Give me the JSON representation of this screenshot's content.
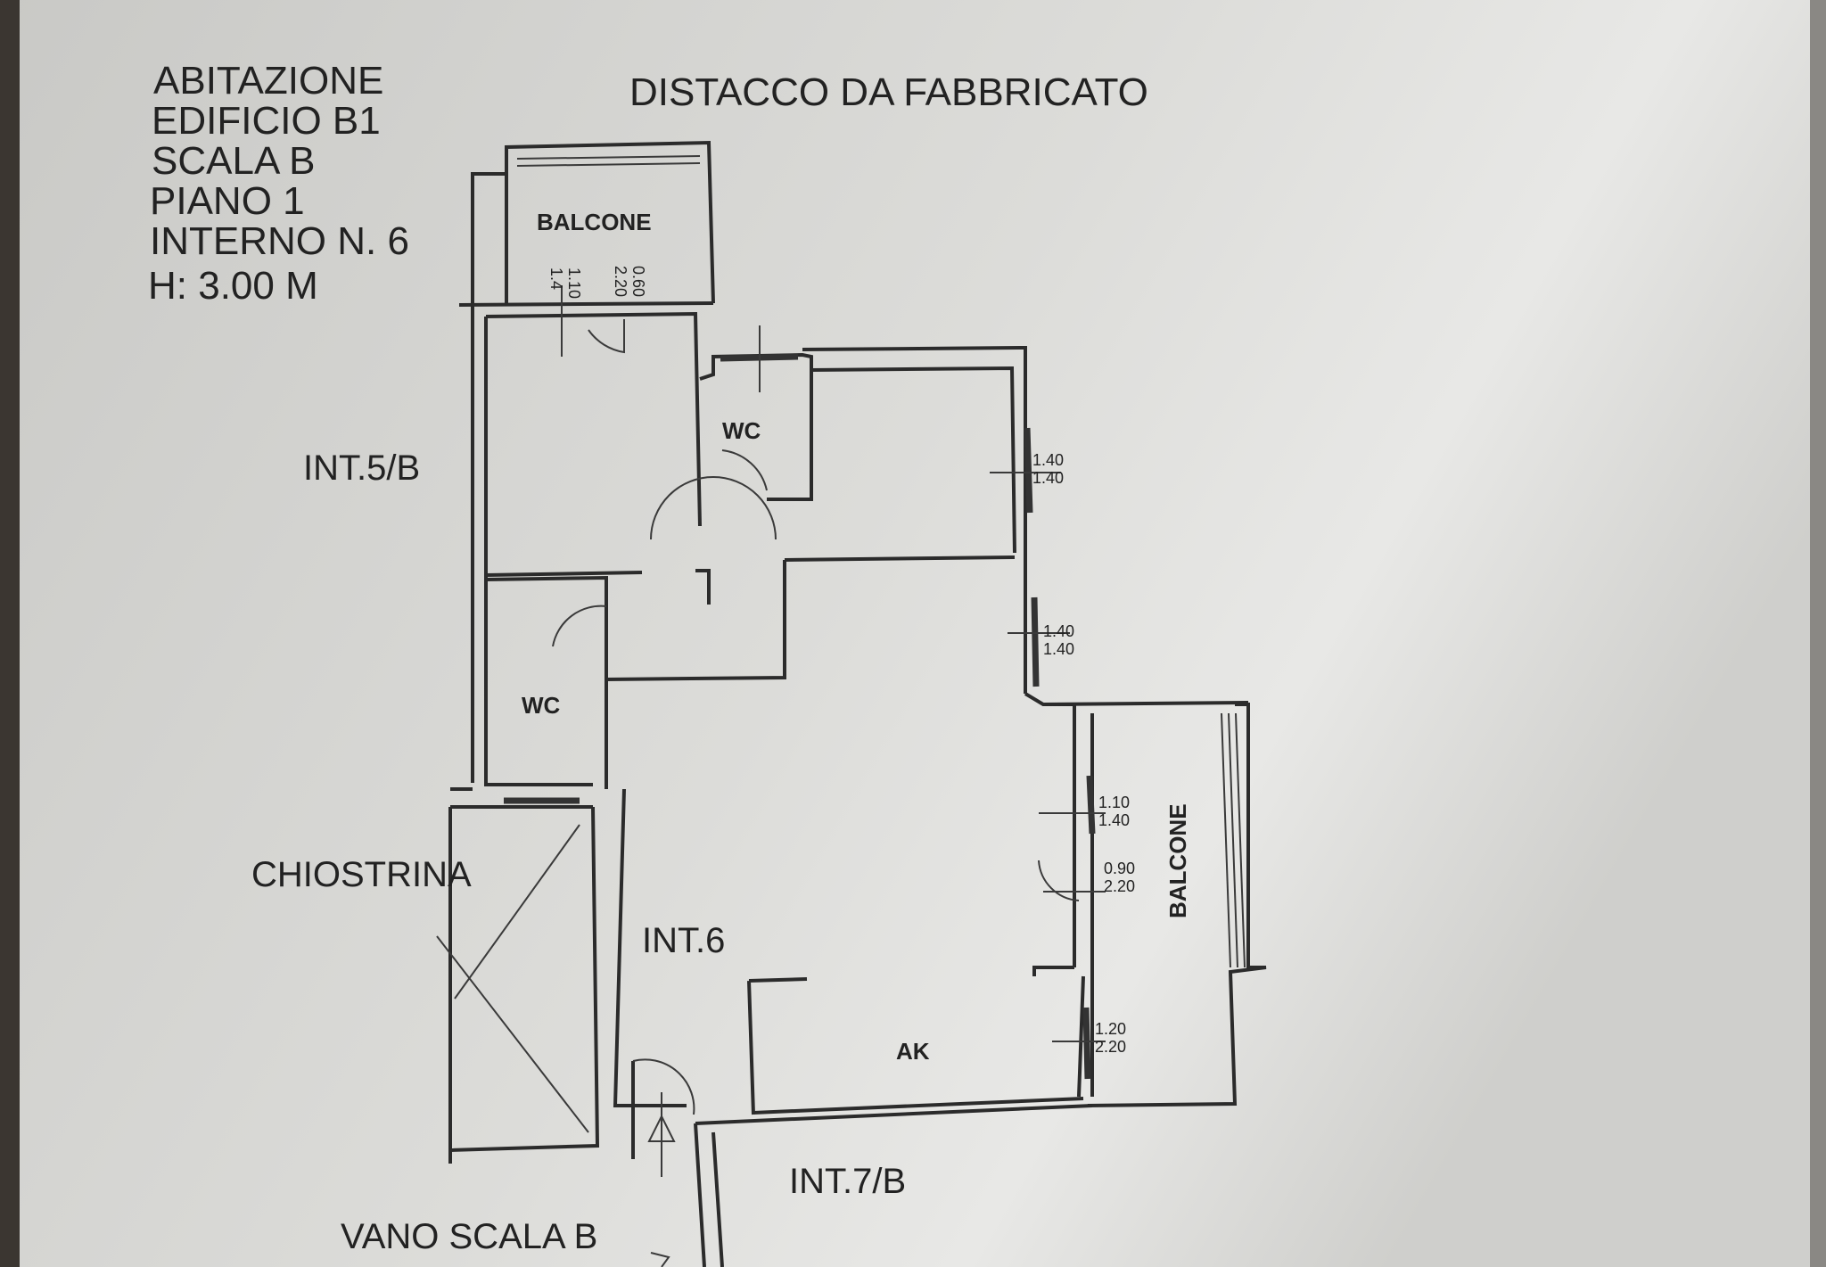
{
  "header": {
    "lines": [
      "ABITAZIONE",
      "EDIFICIO B1",
      "SCALA B",
      "PIANO 1",
      "INTERNO N. 6",
      "H: 3.00 M"
    ],
    "title": "DISTACCO DA FABBRICATO"
  },
  "labels": {
    "int5b": "INT.5/B",
    "chiostrina": "CHIOSTRINA",
    "int6": "INT.6",
    "int7b": "INT.7/B",
    "vano_scala": "VANO SCALA B",
    "balcone_top": "BALCONE",
    "balcone_right": "BALCONE",
    "wc_top": "WC",
    "wc_left": "WC",
    "ak": "AK"
  },
  "dimensions": {
    "balcone_door_a": [
      "1.4",
      "1.10"
    ],
    "balcone_door_b": [
      "2.20",
      "0.60"
    ],
    "win_east_1": [
      "1.40",
      "1.40"
    ],
    "win_east_2": [
      "1.40",
      "1.40"
    ],
    "win_balcone": [
      "1.10",
      "1.40"
    ],
    "door_balcone": [
      "0.90",
      "2.20"
    ],
    "win_ak": [
      "1.20",
      "2.20"
    ]
  }
}
